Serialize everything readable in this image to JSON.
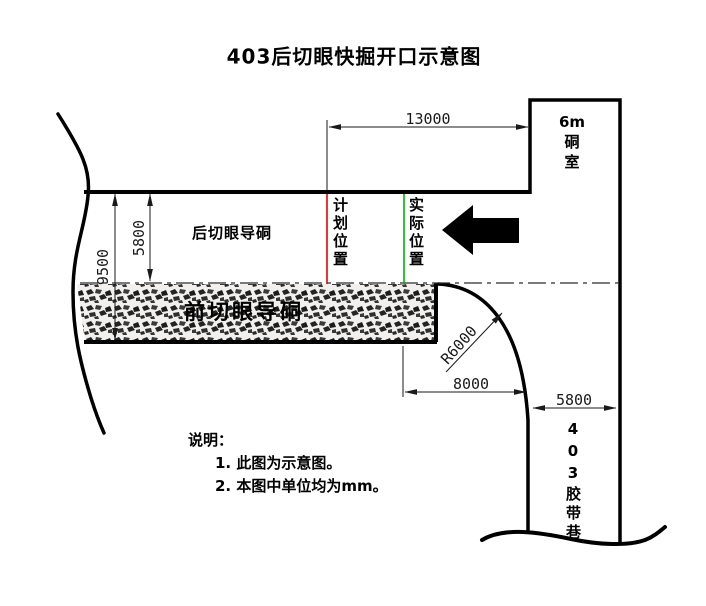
{
  "title": "403后切眼快掘开口示意图",
  "colors": {
    "planned_line": "#e80000",
    "actual_line": "#00b400",
    "line": "#000000",
    "arrow": "#000000"
  },
  "labels": {
    "upper_tunnel": "后切眼导硐",
    "lower_tunnel": "前切眼导硐",
    "planned_position": "计划位置",
    "actual_position": "实际位置",
    "chamber": {
      "lines": [
        "6m",
        "硐",
        "室"
      ]
    },
    "belt_roadway": "403胶带巷"
  },
  "dimensions": {
    "top_width": "13000",
    "upper_height": "5800",
    "total_height": "9500",
    "opening_offset": "8000",
    "roadway_width": "5800",
    "corner_radius": "R6000",
    "unit": "mm"
  },
  "notes": {
    "heading": "说明：",
    "items": [
      "1. 此图为示意图。",
      "2. 本图中单位均为mm。"
    ]
  }
}
